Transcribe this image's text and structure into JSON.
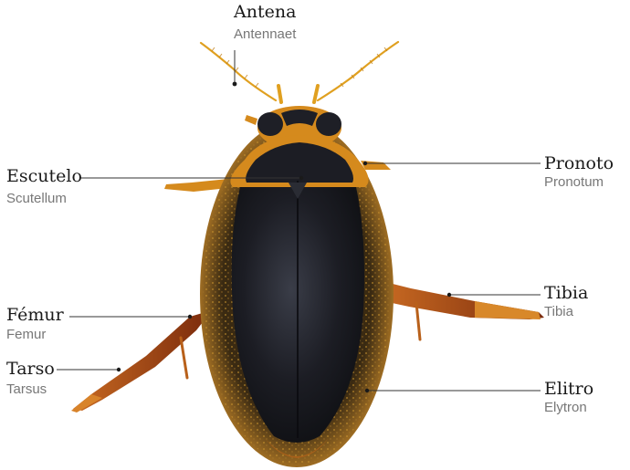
{
  "labels": [
    {
      "id": "antenna",
      "es": "Antena",
      "en": "Antennaet"
    },
    {
      "id": "scutellum",
      "es": "Escutelo",
      "en": "Scutellum"
    },
    {
      "id": "pronotum",
      "es": "Pronoto",
      "en": "Pronotum"
    },
    {
      "id": "femur",
      "es": "Fémur",
      "en": "Femur"
    },
    {
      "id": "tibia",
      "es": "Tibia",
      "en": "Tibia"
    },
    {
      "id": "tarsus",
      "es": "Tarso",
      "en": "Tarsus"
    },
    {
      "id": "elytron",
      "es": "Elitro",
      "en": "Elytron"
    }
  ],
  "colors": {
    "shell_dark": "#15161c",
    "shell_rim": "#8a5a1a",
    "head_orange": "#d58a1d",
    "leg_brown": "#9a3c12",
    "leader_line": "#333333"
  }
}
